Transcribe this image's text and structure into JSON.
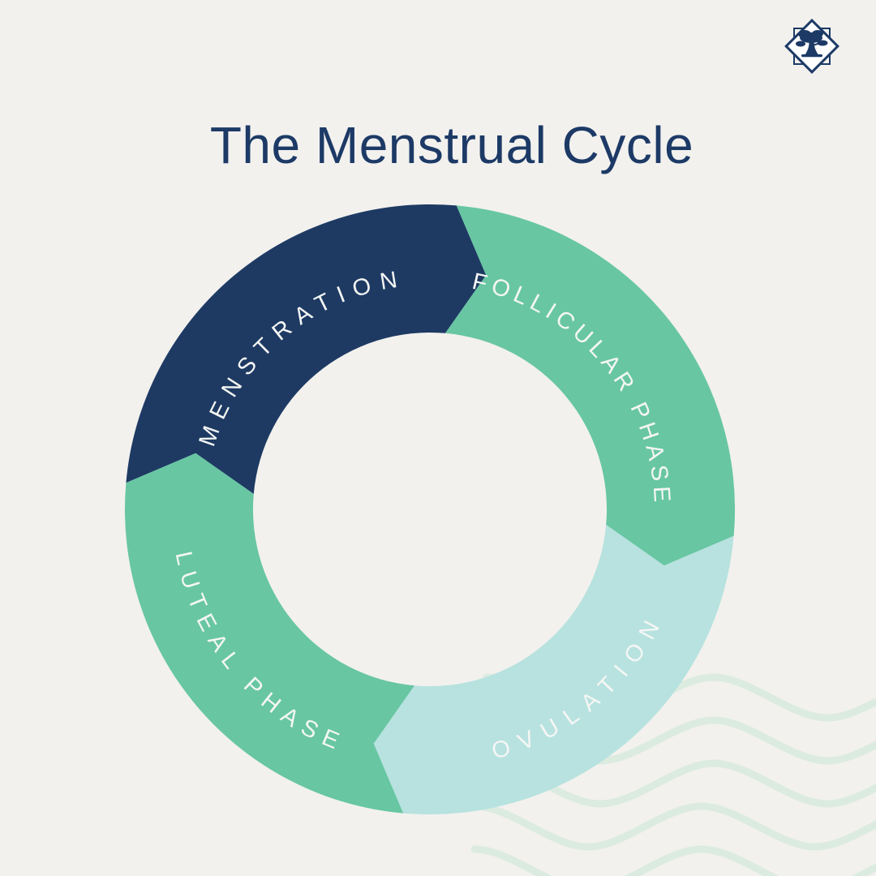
{
  "title": "The Menstrual Cycle",
  "colors": {
    "background": "#f2f1ee",
    "title_text": "#1d3a66",
    "navy": "#1e3a63",
    "green": "#68c6a3",
    "light_teal": "#b7e2df",
    "label_text": "#f4f6f4",
    "wave": "#dcebe0",
    "logo_navy": "#1d3a66",
    "logo_diamond_fill": "#ffffff"
  },
  "logo": {
    "icon": "tree-in-diamond-logo"
  },
  "diagram": {
    "type": "cycle",
    "direction": "clockwise",
    "segments": [
      {
        "id": "menstruation",
        "label": "MENSTRATION",
        "color": "#1e3a63"
      },
      {
        "id": "follicular",
        "label": "FOLLICULAR PHASE",
        "color": "#68c6a3"
      },
      {
        "id": "ovulation",
        "label": "OVULATION",
        "color": "#b7e2df"
      },
      {
        "id": "luteal",
        "label": "LUTEAL PHASE",
        "color": "#68c6a3"
      }
    ]
  }
}
